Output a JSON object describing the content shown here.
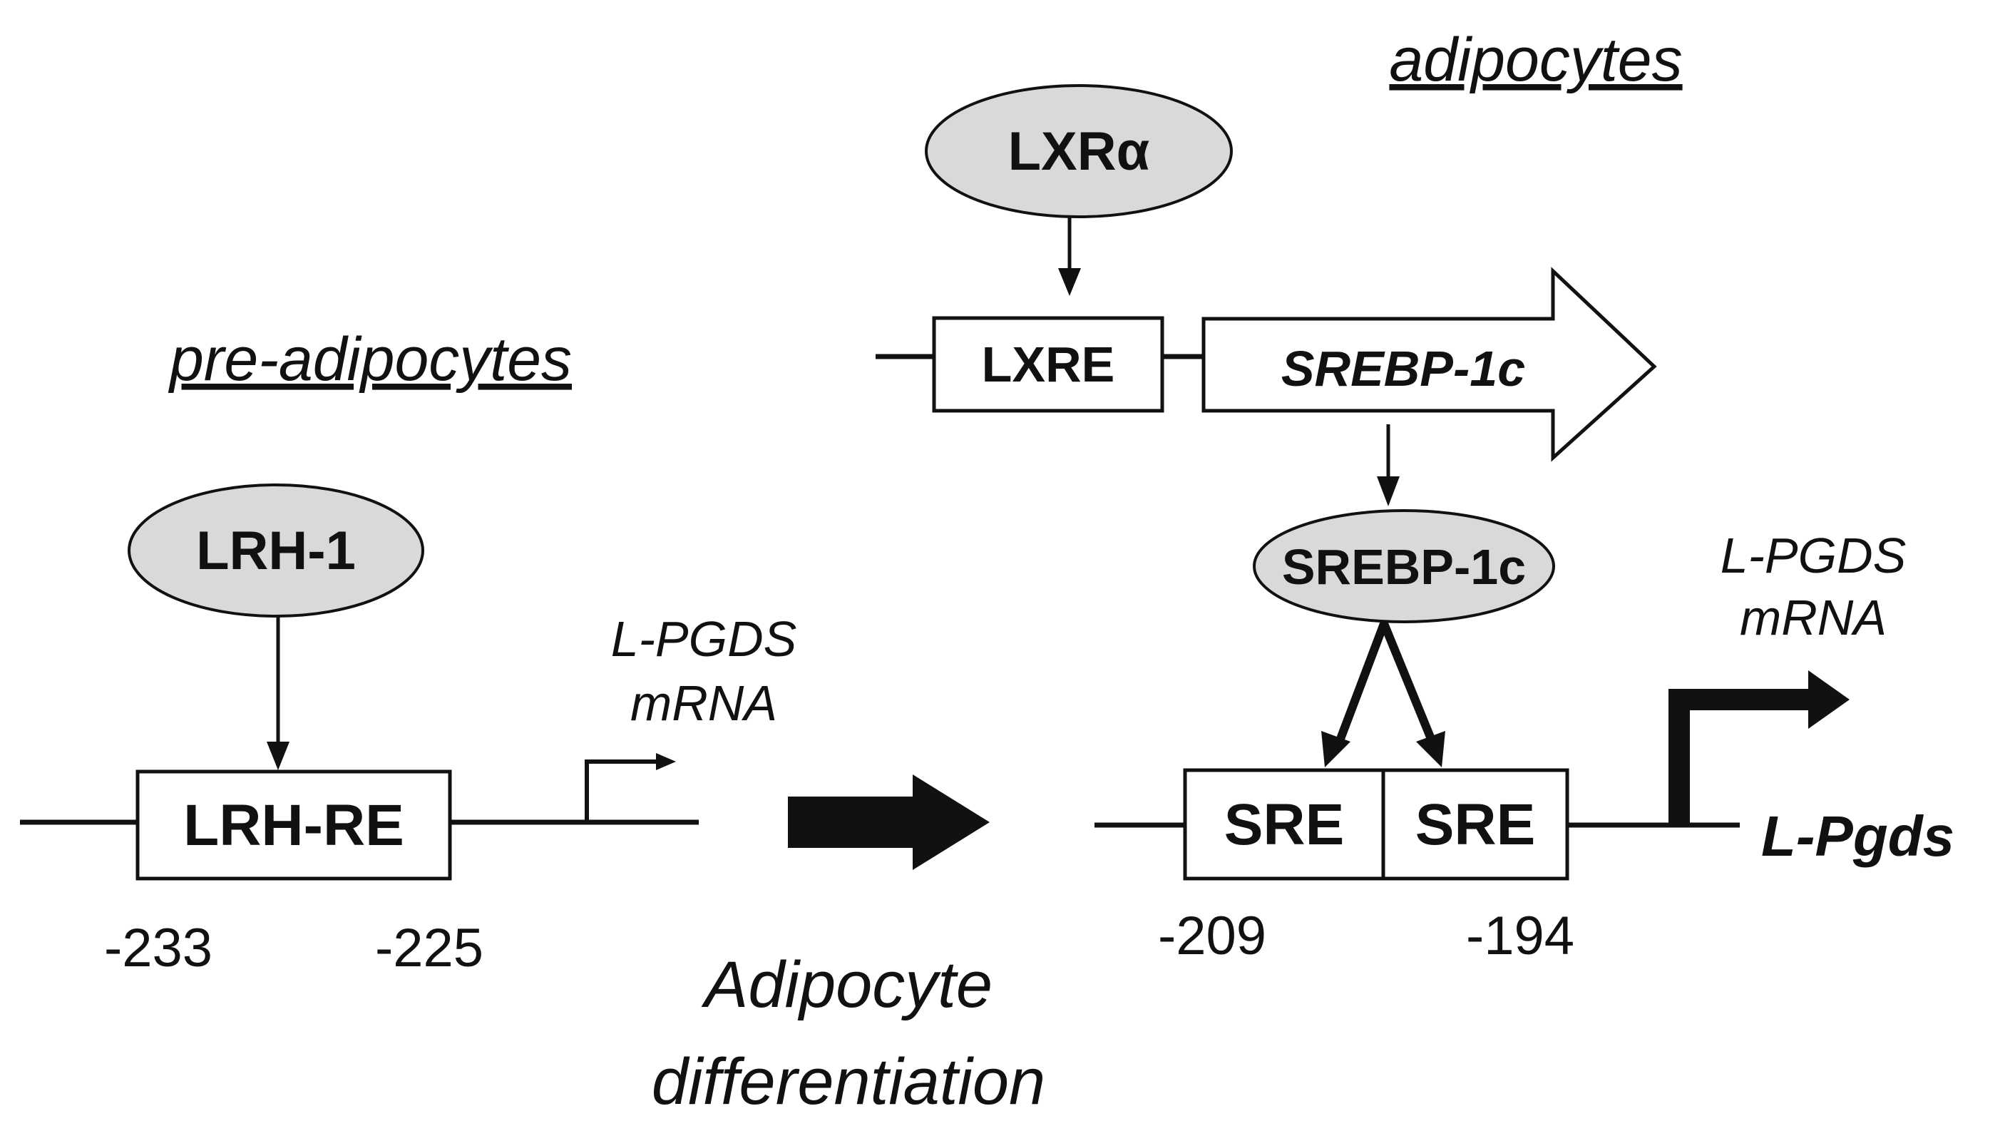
{
  "pre_adipocytes": {
    "heading": "pre-adipocytes",
    "factor": "LRH-1",
    "element": "LRH-RE",
    "pos_start": "-233",
    "pos_end": "-225",
    "mrna_line1": "L-PGDS",
    "mrna_line2": "mRNA"
  },
  "transition": {
    "line1": "Adipocyte",
    "line2": "differentiation"
  },
  "adipocytes": {
    "heading": "adipocytes",
    "upstream_factor": "LXRα",
    "upstream_element": "LXRE",
    "gene": "SREBP-1c",
    "factor": "SREBP-1c",
    "element_1": "SRE",
    "element_2": "SRE",
    "pos_start": "-209",
    "pos_end": "-194",
    "mrna_line1": "L-PGDS",
    "mrna_line2": "mRNA",
    "target_gene": "L-Pgds"
  },
  "colors": {
    "ellipse_fill": "#d9d9d9",
    "stroke": "#111111",
    "background": "#ffffff"
  }
}
